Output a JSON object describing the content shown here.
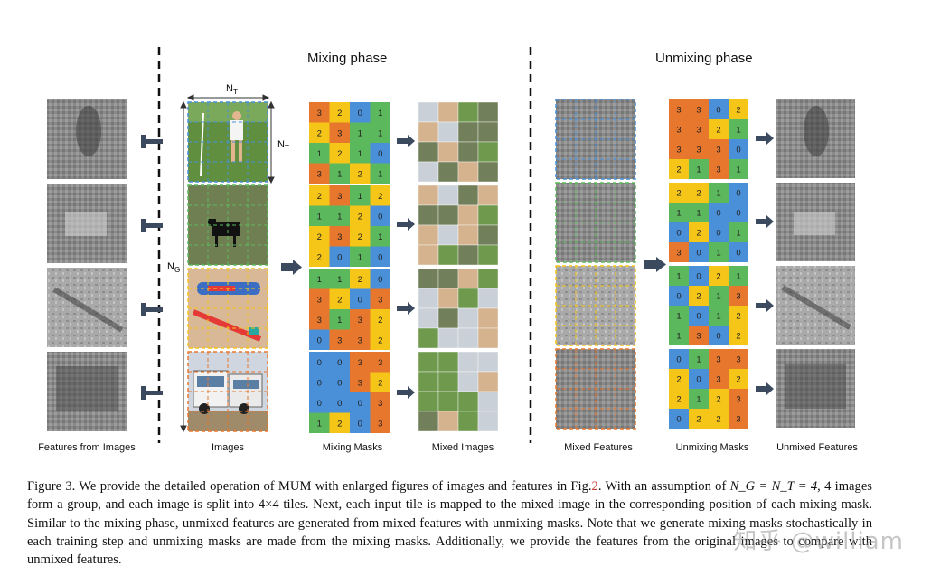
{
  "phases": {
    "mixing_title": "Mixing phase",
    "unmixing_title": "Unmixing phase"
  },
  "dims": {
    "nt_top": "N",
    "nt_top_sub": "T",
    "nt_side": "N",
    "nt_side_sub": "T",
    "ng": "N",
    "ng_sub": "G"
  },
  "column_labels": {
    "features_from_images": "Features from Images",
    "images": "Images",
    "mixing_masks": "Mixing Masks",
    "mixed_images": "Mixed Images",
    "mixed_features": "Mixed Features",
    "unmixing_masks": "Unmixing Masks",
    "unmixed_features": "Unmixed Features"
  },
  "mask_colors": {
    "0": "#4a90d9",
    "1": "#5cb85c",
    "2": "#f5c518",
    "3": "#e8772e"
  },
  "image_border_colors": [
    "#4a90d9",
    "#5cb85c",
    "#f5c518",
    "#e8772e"
  ],
  "mixing_masks": [
    [
      [
        3,
        2,
        0,
        1
      ],
      [
        2,
        3,
        1,
        1
      ],
      [
        1,
        2,
        1,
        0
      ],
      [
        3,
        1,
        2,
        1
      ]
    ],
    [
      [
        2,
        3,
        1,
        2
      ],
      [
        1,
        1,
        2,
        0
      ],
      [
        2,
        3,
        2,
        1
      ],
      [
        2,
        0,
        1,
        0
      ]
    ],
    [
      [
        1,
        1,
        2,
        0
      ],
      [
        3,
        2,
        0,
        3
      ],
      [
        3,
        1,
        3,
        2
      ],
      [
        0,
        3,
        3,
        2
      ]
    ],
    [
      [
        0,
        0,
        3,
        3
      ],
      [
        0,
        0,
        3,
        2
      ],
      [
        0,
        0,
        0,
        3
      ],
      [
        1,
        2,
        0,
        3
      ]
    ]
  ],
  "unmixing_masks": [
    [
      [
        3,
        3,
        0,
        2
      ],
      [
        3,
        3,
        2,
        1
      ],
      [
        3,
        3,
        3,
        0
      ],
      [
        2,
        1,
        3,
        1
      ]
    ],
    [
      [
        2,
        2,
        1,
        0
      ],
      [
        1,
        1,
        0,
        0
      ],
      [
        0,
        2,
        0,
        1
      ],
      [
        3,
        0,
        1,
        0
      ]
    ],
    [
      [
        1,
        0,
        2,
        1
      ],
      [
        0,
        2,
        1,
        3
      ],
      [
        1,
        0,
        1,
        2
      ],
      [
        1,
        3,
        0,
        2
      ]
    ],
    [
      [
        0,
        1,
        3,
        3
      ],
      [
        2,
        0,
        3,
        2
      ],
      [
        2,
        1,
        2,
        3
      ],
      [
        0,
        2,
        2,
        3
      ]
    ]
  ],
  "caption": {
    "part1": "Figure 3. We provide the detailed operation of MUM with enlarged figures of images and features in Fig.",
    "ref": "2",
    "part2": ". With an assumption of ",
    "math": "N_G = N_T = 4",
    "part3": ", 4 images form a group, and each image is split into 4×4 tiles. Next, each input tile is mapped to the mixed image in the corresponding position of each mixing mask. Similar to the mixing phase, unmixed features are generated from mixed features with unmixing masks. Note that we generate mixing masks stochastically in each training step and unmixing masks are made from the mixing masks. Additionally, we provide the features from the original images to compare with unmixed features."
  },
  "watermark": "知乎 @william"
}
